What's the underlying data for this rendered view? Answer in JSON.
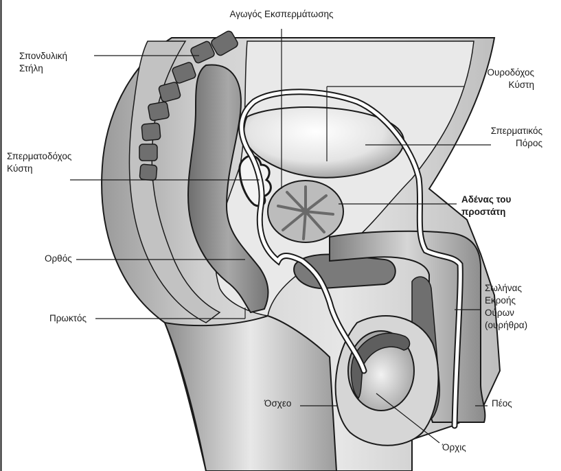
{
  "labels": {
    "ejaculatory_duct": "Αγωγός Εκσπερμάτωσης",
    "spine": [
      "Σπονδυλική",
      "Στήλη"
    ],
    "bladder": [
      "Ουροδόχος",
      "Κύστη"
    ],
    "seminal_vesicle": [
      "Σπερματοδόχος",
      "Κύστη"
    ],
    "vas_deferens": [
      "Σπερματικός",
      "Πόρος"
    ],
    "prostate": [
      "Αδένας του",
      "προστάτη"
    ],
    "rectum": "Ορθός",
    "anus": "Πρωκτός",
    "urethra": [
      "Σωλήνας",
      "Εκροής",
      "Ούρων",
      "(ουρήθρα)"
    ],
    "scrotum": "Όσχεο",
    "penis": "Πέος",
    "testis": "Όρχις"
  },
  "colors": {
    "line": "#1a1a1a",
    "background": "#ffffff",
    "body_light": "#eeeeee",
    "body_mid": "#cfcfcf",
    "organ_dark": "#8f8f8f",
    "organ_darker": "#6a6a6a"
  }
}
